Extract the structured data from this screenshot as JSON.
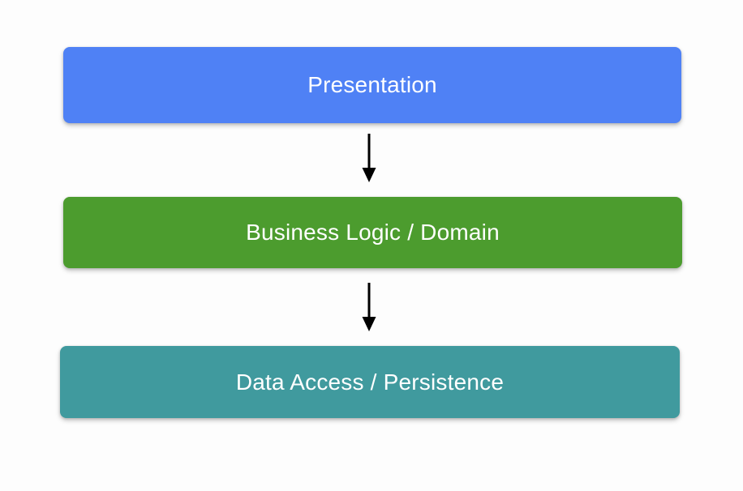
{
  "diagram": {
    "type": "layered-architecture-flow",
    "background_color": "#fdfdfd",
    "orientation": "top-to-bottom",
    "layers": [
      {
        "id": "presentation",
        "label": "Presentation",
        "color": "#4f81f5",
        "text_color": "#ffffff",
        "order": 1
      },
      {
        "id": "business-logic",
        "label": "Business Logic / Domain",
        "color": "#4c9c2e",
        "text_color": "#ffffff",
        "order": 2
      },
      {
        "id": "data-access",
        "label": "Data Access / Persistence",
        "color": "#409a9e",
        "text_color": "#ffffff",
        "order": 3
      }
    ],
    "connectors": [
      {
        "id": "presentation-to-business",
        "icon": "down-arrow-icon",
        "from": "presentation",
        "to": "business-logic",
        "color": "#000000"
      },
      {
        "id": "business-to-data",
        "icon": "down-arrow-icon",
        "from": "business-logic",
        "to": "data-access",
        "color": "#000000"
      }
    ]
  }
}
